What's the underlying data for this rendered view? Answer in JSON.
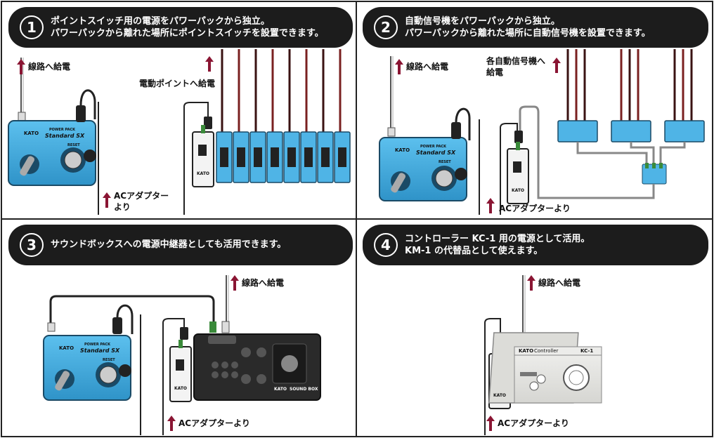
{
  "panels": [
    {
      "number": "1",
      "title_lines": [
        "ポイントスイッチ用の電源をパワーパックから独立。",
        "パワーパックから離れた場所にポイントスイッチを設置できます。"
      ],
      "labels": {
        "track_feed": "線路へ給電",
        "point_feed": "電動ポイントへ給電",
        "ac_adapter_lines": [
          "ACアダプター",
          "より"
        ]
      }
    },
    {
      "number": "2",
      "title_lines": [
        "自動信号機をパワーパックから独立。",
        "パワーパックから離れた場所に自動信号機を設置できます。"
      ],
      "labels": {
        "track_feed": "線路へ給電",
        "signal_feed_lines": [
          "各自動信号機へ",
          "給電"
        ],
        "ac_adapter": "ACアダプターより"
      }
    },
    {
      "number": "3",
      "title_lines": [
        "サウンドボックスへの電源中継器としても活用できます。"
      ],
      "labels": {
        "track_feed": "線路へ給電",
        "ac_adapter": "ACアダプターより"
      }
    },
    {
      "number": "4",
      "title_lines": [
        "コントローラー KC-1 用の電源として活用。",
        "KM-1 の代替品として使えます。"
      ],
      "labels": {
        "track_feed": "線路へ給電",
        "ac_adapter": "ACアダプターより"
      }
    }
  ],
  "devices": {
    "power_pack_brand": "KATO",
    "power_pack_line1": "POWER PACK",
    "power_pack_line2": "Standard SX",
    "power_pack_reset": "RESET",
    "adapter_brand": "KATO",
    "sound_box_brand": "KATO",
    "sound_box_name": "SOUND BOX",
    "controller_brand": "KATO",
    "controller_name": "Controller",
    "controller_model": "KC-1"
  },
  "colors": {
    "banner": "#1c1c1c",
    "device_blue": "#3fa9dc",
    "arrow": "#8a1533",
    "wire_dark": "#4a1a1a"
  }
}
